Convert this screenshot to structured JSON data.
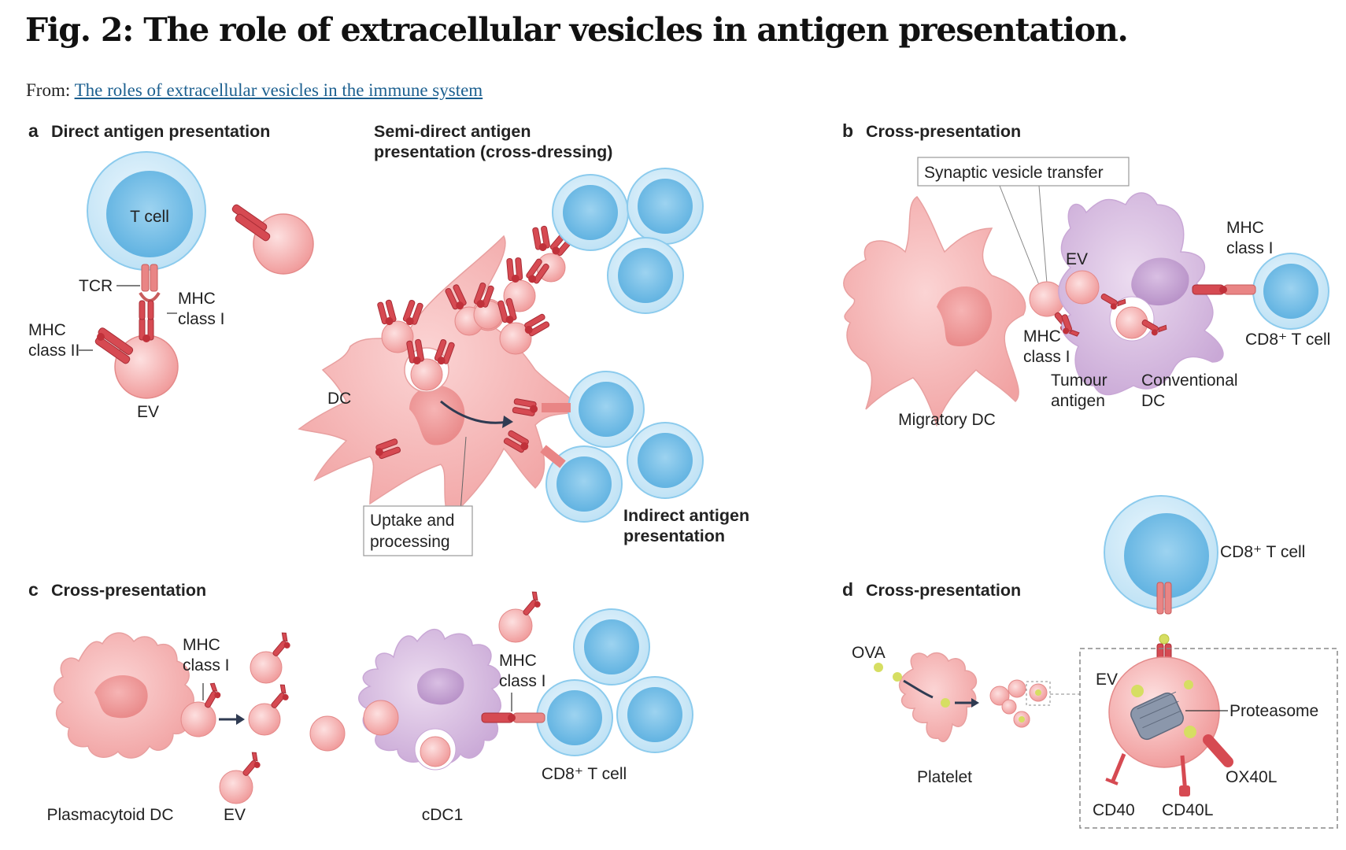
{
  "figure": {
    "title": "Fig. 2: The role of extracellular vesicles in antigen presentation.",
    "from_prefix": "From:",
    "from_link": "The roles of extracellular vesicles in the immune system"
  },
  "panel_a": {
    "letter": "a",
    "heading": "Direct antigen presentation",
    "t_cell": "T cell",
    "tcr": "TCR",
    "mhc1": [
      "MHC",
      "class I"
    ],
    "mhc2": [
      "MHC",
      "class II"
    ],
    "ev": "EV",
    "semi_direct": [
      "Semi-direct antigen",
      "presentation (cross-dressing)"
    ],
    "dc": "DC",
    "uptake": [
      "Uptake and",
      "processing"
    ],
    "indirect": [
      "Indirect antigen",
      "presentation"
    ]
  },
  "panel_b": {
    "letter": "b",
    "heading": "Cross-presentation",
    "synaptic": "Synaptic vesicle transfer",
    "ev": "EV",
    "mhc1_top": [
      "MHC",
      "class I"
    ],
    "mhc1_bottom": [
      "MHC",
      "class I"
    ],
    "tumour": [
      "Tumour",
      "antigen"
    ],
    "conventional": [
      "Conventional",
      "DC"
    ],
    "cd8": "CD8⁺ T cell",
    "migratory": "Migratory DC"
  },
  "panel_c": {
    "letter": "c",
    "heading": "Cross-presentation",
    "mhc1_left": [
      "MHC",
      "class I"
    ],
    "mhc1_right": [
      "MHC",
      "class I"
    ],
    "plasmacytoid": "Plasmacytoid DC",
    "ev": "EV",
    "cdc1": "cDC1",
    "cd8": "CD8⁺ T cell"
  },
  "panel_d": {
    "letter": "d",
    "heading": "Cross-presentation",
    "cd8": "CD8⁺ T cell",
    "ova": "OVA",
    "ev": "EV",
    "proteasome": "Proteasome",
    "platelet": "Platelet",
    "ox40l": "OX40L",
    "cd40": "CD40",
    "cd40l": "CD40L"
  }
}
